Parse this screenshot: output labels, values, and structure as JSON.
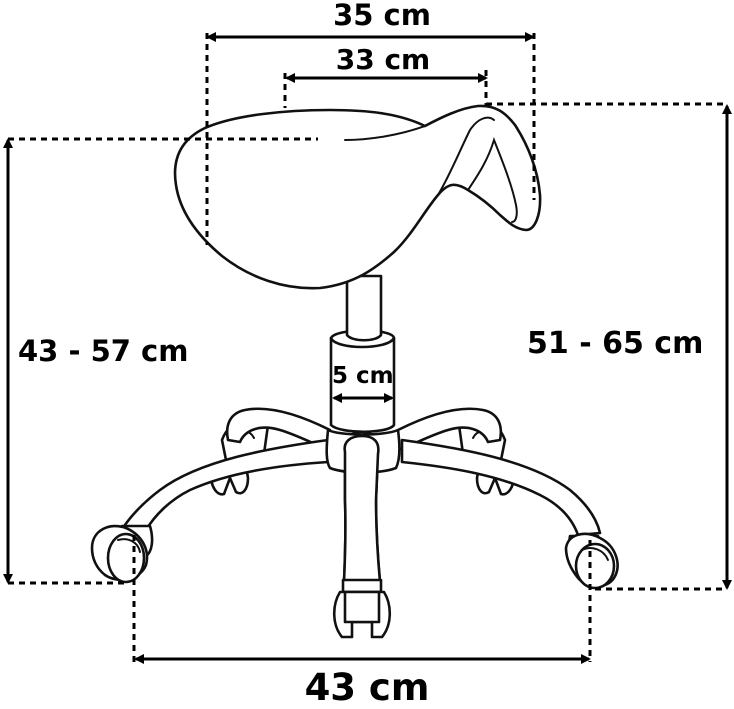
{
  "diagram": {
    "subject": "saddle stool with wheeled five-star base",
    "colors": {
      "line": "#000000",
      "background": "#ffffff"
    },
    "dimensions": {
      "seat_width_outer": "35 cm",
      "seat_width_inner": "33 cm",
      "seat_height_min_max": "43 - 57 cm",
      "total_height_min_max": "51 - 65 cm",
      "column_diameter": "5 cm",
      "base_width": "43 cm"
    }
  }
}
